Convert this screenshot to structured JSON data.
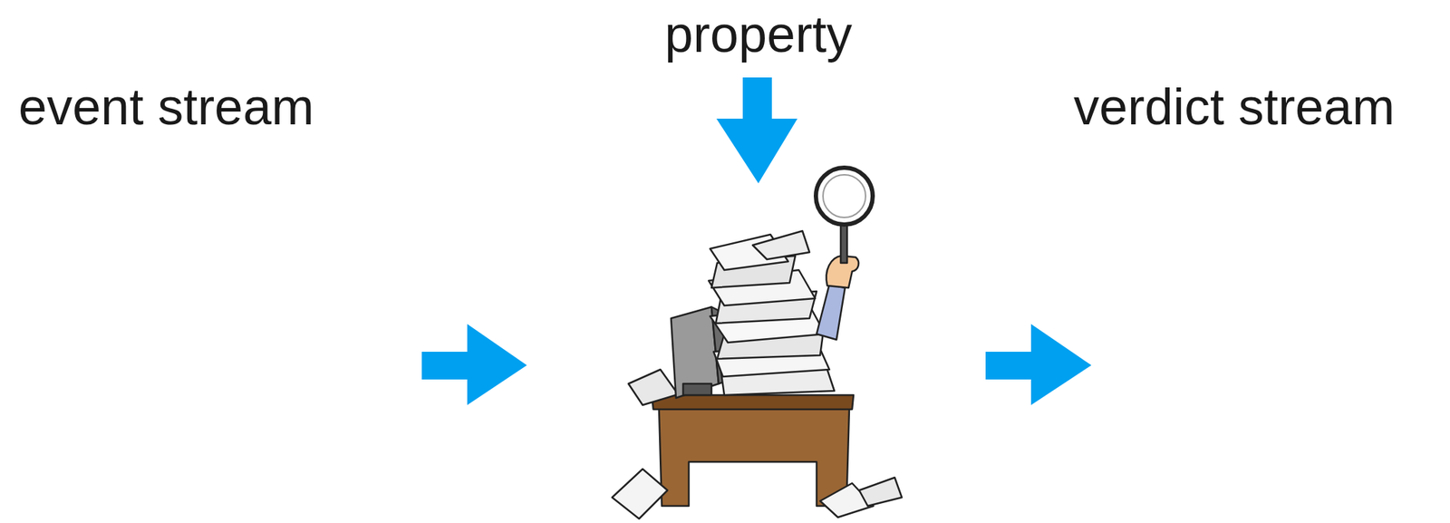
{
  "diagram": {
    "labels": [
      "property",
      "event stream",
      "verdict stream"
    ]
  }
}
